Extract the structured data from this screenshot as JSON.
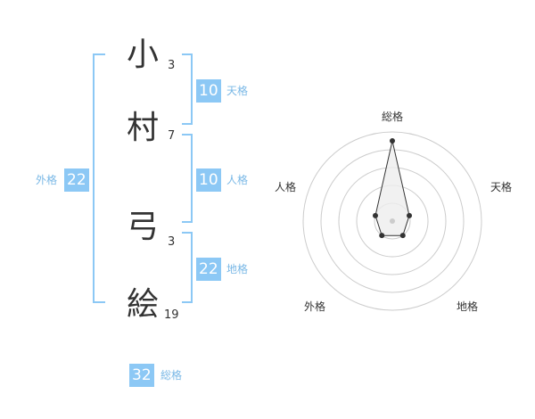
{
  "name": {
    "characters": [
      {
        "char": "小",
        "strokes": "3"
      },
      {
        "char": "村",
        "strokes": "7"
      },
      {
        "char": "弓",
        "strokes": "3"
      },
      {
        "char": "絵",
        "strokes": "19"
      }
    ]
  },
  "fortunes": {
    "tenkaku": {
      "value": "10",
      "label": "天格"
    },
    "jinkaku": {
      "value": "10",
      "label": "人格"
    },
    "chikaku": {
      "value": "22",
      "label": "地格"
    },
    "gaikaku": {
      "value": "22",
      "label": "外格"
    },
    "soukaku": {
      "value": "32",
      "label": "総格"
    }
  },
  "radar": {
    "axes": [
      {
        "label": "総格",
        "value": 0.9
      },
      {
        "label": "天格",
        "value": 0.2
      },
      {
        "label": "地格",
        "value": 0.2
      },
      {
        "label": "外格",
        "value": 0.2
      },
      {
        "label": "人格",
        "value": 0.2
      }
    ],
    "colors": {
      "ring": "#cccccc",
      "fill": "#eeeeee",
      "line": "#333333",
      "center": "#cccccc"
    }
  }
}
